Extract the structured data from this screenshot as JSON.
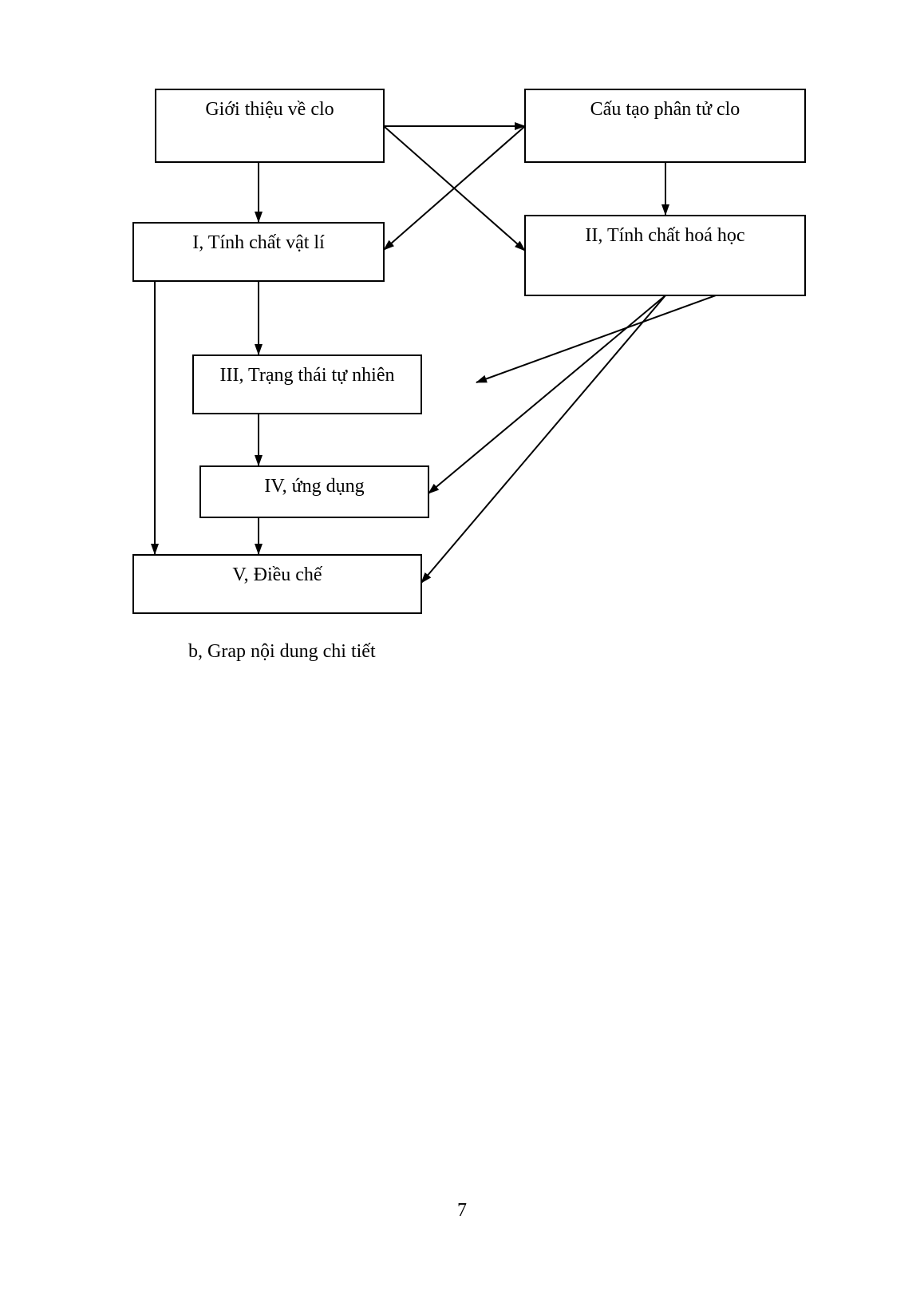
{
  "diagram": {
    "nodes": {
      "intro": "Giới thiệu về clo",
      "structure": "Cấu tạo phân tử clo",
      "physical": "I, Tính chất vật lí",
      "chemical": "II, Tính chất hoá học",
      "natural_state": "III, Trạng thái tự nhiên",
      "applications": "IV, ứng dụng",
      "preparation": "V, Điều chế"
    },
    "edges": [
      {
        "from": "intro",
        "to": "structure"
      },
      {
        "from": "intro",
        "to": "physical"
      },
      {
        "from": "intro",
        "to": "chemical"
      },
      {
        "from": "structure",
        "to": "physical"
      },
      {
        "from": "structure",
        "to": "chemical"
      },
      {
        "from": "physical",
        "to": "natural_state"
      },
      {
        "from": "physical",
        "to": "preparation"
      },
      {
        "from": "natural_state",
        "to": "applications"
      },
      {
        "from": "applications",
        "to": "preparation"
      },
      {
        "from": "chemical",
        "to": "natural_state"
      },
      {
        "from": "chemical",
        "to": "applications"
      },
      {
        "from": "chemical",
        "to": "preparation"
      }
    ]
  },
  "caption": "b, Grap nội dung chi tiết",
  "page_number": "7"
}
